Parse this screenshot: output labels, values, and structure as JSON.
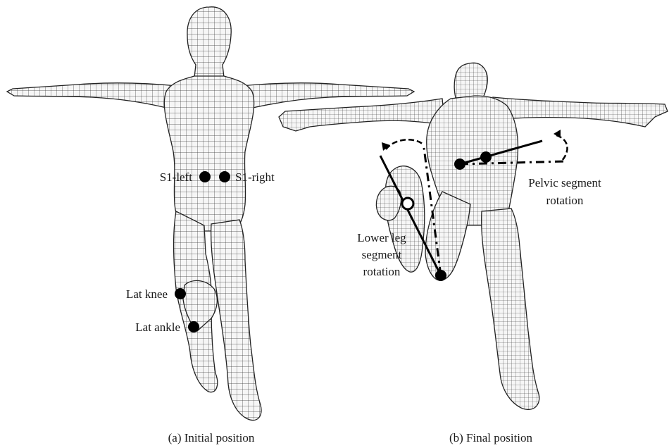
{
  "panel_a": {
    "caption": "(a) Initial position",
    "markers": {
      "s1_left": "S1-left",
      "s1_right": "S1-right",
      "lat_knee": "Lat knee",
      "lat_ankle": "Lat ankle"
    }
  },
  "panel_b": {
    "caption": "(b) Final position",
    "annotations": {
      "pelvic_line1": "Pelvic segment",
      "pelvic_line2": "rotation",
      "lowerleg_line1": "Lower leg",
      "lowerleg_line2": "segment",
      "lowerleg_line3": "rotation"
    }
  },
  "colors": {
    "mesh_fill": "#f4f4f4",
    "mesh_line": "#2a2a2a",
    "marker": "#000000",
    "text": "#1a1a1a"
  }
}
